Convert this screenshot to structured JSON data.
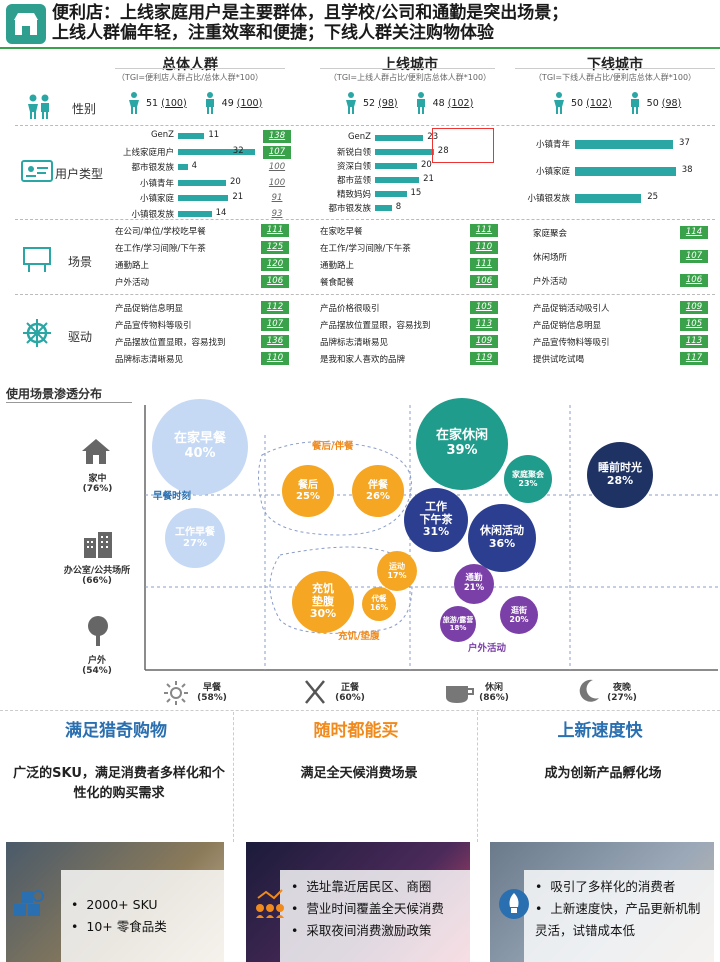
{
  "header": {
    "line1": "便利店：上线家庭用户是主要群体，且学校/公司和通勤是突出场景；",
    "line2": "上线人群偏年轻，注重效率和便捷；下线人群关注购物体验"
  },
  "columns": [
    {
      "title": "总体人群",
      "sub": "（TGI=便利店人群占比/总体人群*100）"
    },
    {
      "title": "上线城市",
      "sub": "（TGI=上线人群占比/便利店总体人群*100）"
    },
    {
      "title": "下线城市",
      "sub": "（TGI=下线人群占比/便利店总体人群*100）"
    }
  ],
  "rows": {
    "gender": "性别",
    "usertype": "用户类型",
    "scene": "场景",
    "driver": "驱动"
  },
  "gender": [
    {
      "f": "51",
      "ft": "(100)",
      "m": "49",
      "mt": "(100)"
    },
    {
      "f": "52",
      "ft": "(98)",
      "m": "48",
      "mt": "(102)"
    },
    {
      "f": "50",
      "ft": "(102)",
      "m": "50",
      "mt": "(98)"
    }
  ],
  "usertype": {
    "total": [
      {
        "label": "GenZ",
        "value": 11,
        "tgi": "138",
        "hi": true
      },
      {
        "label": "上线家庭用户",
        "value": 32,
        "tgi": "107",
        "hi": true
      },
      {
        "label": "都市银发族",
        "value": 4,
        "tgi": "100",
        "hi": false
      },
      {
        "label": "小镇青年",
        "value": 20,
        "tgi": "100",
        "hi": false
      },
      {
        "label": "小镇家庭",
        "value": 21,
        "tgi": "91",
        "hi": false
      },
      {
        "label": "小镇银发族",
        "value": 14,
        "tgi": "93",
        "hi": false
      }
    ],
    "upper": [
      {
        "label": "GenZ",
        "value": 23
      },
      {
        "label": "新锐白领",
        "value": 28
      },
      {
        "label": "资深白领",
        "value": 20
      },
      {
        "label": "都市蓝领",
        "value": 21
      },
      {
        "label": "精致妈妈",
        "value": 15
      },
      {
        "label": "都市银发族",
        "value": 8
      }
    ],
    "lower": [
      {
        "label": "小镇青年",
        "value": 37
      },
      {
        "label": "小镇家庭",
        "value": 38
      },
      {
        "label": "小镇银发族",
        "value": 25
      }
    ]
  },
  "scenes": {
    "total": [
      {
        "label": "在公司/单位/学校吃早餐",
        "tgi": "111"
      },
      {
        "label": "在工作/学习间隙/下午茶",
        "tgi": "125"
      },
      {
        "label": "通勤路上",
        "tgi": "120"
      },
      {
        "label": "户外活动",
        "tgi": "106"
      }
    ],
    "upper": [
      {
        "label": "在家吃早餐",
        "tgi": "111"
      },
      {
        "label": "在工作/学习间隙/下午茶",
        "tgi": "110"
      },
      {
        "label": "通勤路上",
        "tgi": "111"
      },
      {
        "label": "餐食配餐",
        "tgi": "106"
      }
    ],
    "lower": [
      {
        "label": "家庭聚会",
        "tgi": "114"
      },
      {
        "label": "休闲场所",
        "tgi": "107"
      },
      {
        "label": "户外活动",
        "tgi": "106"
      }
    ]
  },
  "drivers": {
    "total": [
      {
        "label": "产品促销信息明显",
        "tgi": "112"
      },
      {
        "label": "产品宣传物料等吸引",
        "tgi": "107"
      },
      {
        "label": "产品摆放位置显眼，容易找到",
        "tgi": "136"
      },
      {
        "label": "品牌标志清晰易见",
        "tgi": "110"
      }
    ],
    "upper": [
      {
        "label": "产品价格很吸引",
        "tgi": "105"
      },
      {
        "label": "产品摆放位置显眼，容易找到",
        "tgi": "113"
      },
      {
        "label": "品牌标志清晰易见",
        "tgi": "109"
      },
      {
        "label": "是我和家人喜欢的品牌",
        "tgi": "119"
      }
    ],
    "lower": [
      {
        "label": "产品促销活动吸引人",
        "tgi": "109"
      },
      {
        "label": "产品促销信息明显",
        "tgi": "105"
      },
      {
        "label": "产品宣传物料等吸引",
        "tgi": "113"
      },
      {
        "label": "提供试吃试喝",
        "tgi": "117"
      }
    ]
  },
  "penetration": {
    "title": "使用场景渗透分布",
    "y_axis": [
      {
        "label": "家中",
        "pct": "(76%)"
      },
      {
        "label": "办公室/公共场所",
        "pct": "(66%)"
      },
      {
        "label": "户外",
        "pct": "(54%)"
      }
    ],
    "x_axis": [
      {
        "label": "早餐",
        "pct": "(58%)"
      },
      {
        "label": "正餐",
        "pct": "(60%)"
      },
      {
        "label": "休闲",
        "pct": "(86%)"
      },
      {
        "label": "夜晚",
        "pct": "(27%)"
      }
    ],
    "groups": {
      "breakfast": "早餐时刻",
      "meal": "餐后/伴餐",
      "hunger": "充饥/垫腹",
      "outdoor": "户外活动"
    },
    "bubbles": [
      {
        "name": "在家早餐",
        "pct": "40%",
        "color": "#c5d9f5",
        "text": "#fff"
      },
      {
        "name": "工作早餐",
        "pct": "27%",
        "color": "#c5d9f5",
        "text": "#fff"
      },
      {
        "name": "餐后",
        "pct": "25%",
        "color": "#f5a623",
        "text": "#fff"
      },
      {
        "name": "伴餐",
        "pct": "26%",
        "color": "#f5a623",
        "text": "#fff"
      },
      {
        "name": "充饥垫腹",
        "pct": "30%",
        "color": "#f5a623",
        "text": "#fff"
      },
      {
        "name": "运动",
        "pct": "17%",
        "color": "#f5a623",
        "text": "#fff"
      },
      {
        "name": "代餐",
        "pct": "16%",
        "color": "#f5a623",
        "text": "#fff"
      },
      {
        "name": "在家休闲",
        "pct": "39%",
        "color": "#1f9c8b",
        "text": "#fff"
      },
      {
        "name": "家庭聚会",
        "pct": "23%",
        "color": "#1f9c8b",
        "text": "#fff"
      },
      {
        "name": "工作下午茶",
        "pct": "31%",
        "color": "#2c3e8f",
        "text": "#fff"
      },
      {
        "name": "休闲活动",
        "pct": "36%",
        "color": "#2c3e8f",
        "text": "#fff"
      },
      {
        "name": "睡前时光",
        "pct": "28%",
        "color": "#1e3263",
        "text": "#fff"
      },
      {
        "name": "通勤",
        "pct": "21%",
        "color": "#7b3fa8",
        "text": "#fff"
      },
      {
        "name": "逛街",
        "pct": "20%",
        "color": "#7b3fa8",
        "text": "#fff"
      },
      {
        "name": "旅游/露营",
        "pct": "18%",
        "color": "#7b3fa8",
        "text": "#fff"
      }
    ]
  },
  "features": [
    {
      "title": "满足猎奇购物",
      "color": "#2a6fb0",
      "desc": "广泛的SKU，满足消费者多样化和个性化的购买需求",
      "points": [
        "2000+ SKU",
        "10+ 零食品类"
      ]
    },
    {
      "title": "随时都能买",
      "color": "#f08a1c",
      "desc": "满足全天候消费场景",
      "points": [
        "选址靠近居民区、商圈",
        "营业时间覆盖全天候消费",
        "采取夜间消费激励政策"
      ]
    },
    {
      "title": "上新速度快",
      "color": "#2a6fb0",
      "desc": "成为创新产品孵化场",
      "points": [
        "吸引了多样化的消费者",
        "上新速度快，产品更新机制灵活，试错成本低"
      ]
    }
  ],
  "colors": {
    "teal": "#2aa7a4",
    "green": "#3aa24a",
    "red": "#e33"
  }
}
